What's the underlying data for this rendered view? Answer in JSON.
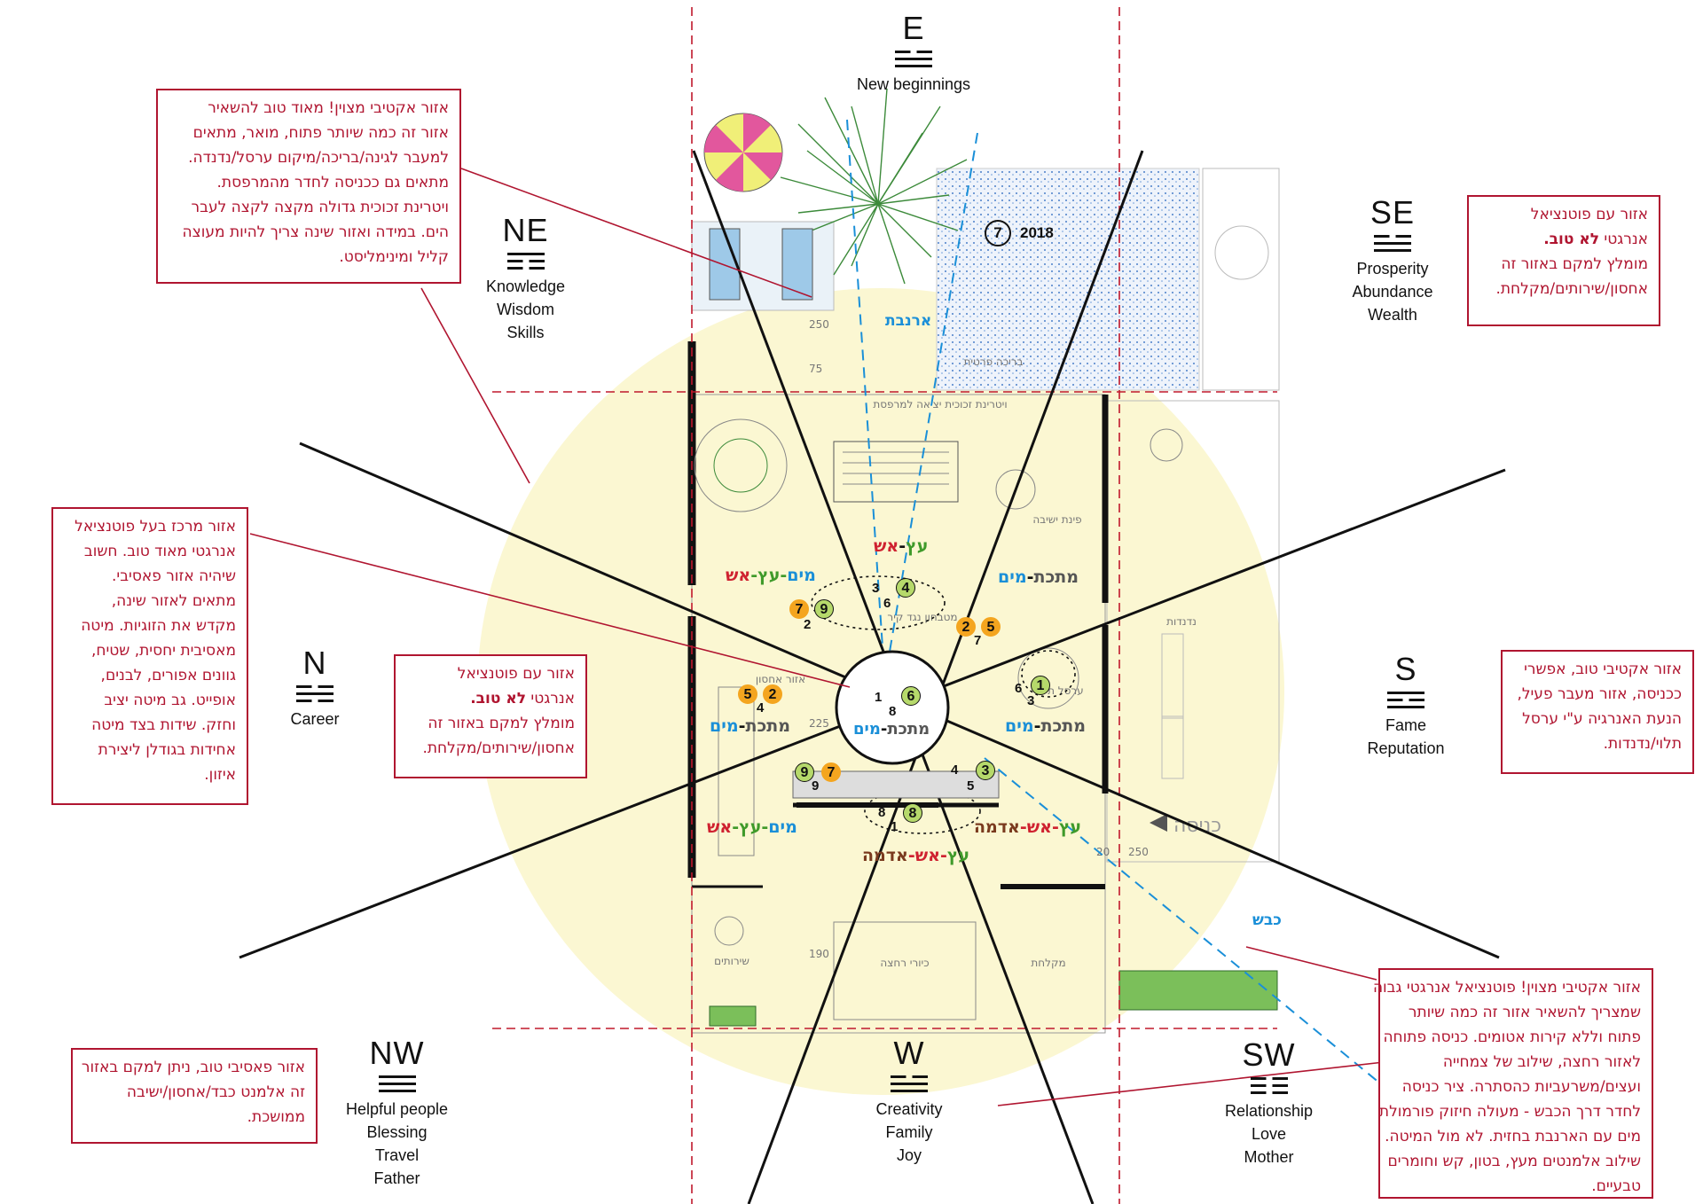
{
  "directions": [
    {
      "id": "E",
      "letter": "E",
      "trigram": [
        "broken",
        "solid",
        "solid"
      ],
      "aspects": [
        "New beginnings"
      ]
    },
    {
      "id": "SE",
      "letter": "SE",
      "trigram": [
        "broken",
        "solid",
        "solid"
      ],
      "aspects": [
        "Prosperity",
        "Abundance",
        "Wealth"
      ]
    },
    {
      "id": "NE",
      "letter": "NE",
      "trigram": [
        "solid",
        "broken",
        "broken"
      ],
      "aspects": [
        "Knowledge",
        "Wisdom",
        "Skills"
      ]
    },
    {
      "id": "N",
      "letter": "N",
      "trigram": [
        "broken",
        "solid",
        "broken"
      ],
      "aspects": [
        "Career"
      ]
    },
    {
      "id": "S",
      "letter": "S",
      "trigram": [
        "solid",
        "broken",
        "solid"
      ],
      "aspects": [
        "Fame",
        "Reputation"
      ]
    },
    {
      "id": "NW",
      "letter": "NW",
      "trigram": [
        "solid",
        "solid",
        "solid"
      ],
      "aspects": [
        "Helpful people",
        "Blessing",
        "Travel",
        "Father"
      ]
    },
    {
      "id": "W",
      "letter": "W",
      "trigram": [
        "broken",
        "solid",
        "solid"
      ],
      "aspects": [
        "Creativity",
        "Family",
        "Joy"
      ]
    },
    {
      "id": "SW",
      "letter": "SW",
      "trigram": [
        "broken",
        "broken",
        "broken"
      ],
      "aspects": [
        "Relationship",
        "Love",
        "Mother"
      ]
    }
  ],
  "notes": {
    "ne": [
      "אזור אקטיבי מצוין! מאוד טוב להשאיר",
      "אזור זה כמה שיותר פתוח, מואר, מתאים",
      "למעבר לגינה/בריכה/מיקום ערסל/נדנדה.",
      "מתאים גם ככניסה לחדר מהמרפסת.",
      "ויטרינת זכוכית גדולה מקצה לקצה לעבר",
      "הים. במידה ואזור שינה צריך להיות מעוצה",
      "קליל ומינימליסט."
    ],
    "se": [
      "אזור עם פוטנציאל",
      "אנרגטי ",
      "לא טוב.",
      "מומלץ למקם באזור זה",
      "אחסון/שירותים/מקלחת."
    ],
    "center": [
      "אזור מרכז בעל פוטנציאל",
      "אנרגטי מאוד טוב. חשוב",
      "שיהיה אזור פאסיבי.",
      "מתאים לאזור שינה,",
      "מקדש את הזוגיות. מיטה",
      "מאסיבית יחסית, שטיח,",
      "גוונים אפורים, לבנים,",
      "אופייט. גב מיטה יציב",
      "וחזק. שידות בצד מיטה",
      "אחידות בגודלן ליצירת",
      "איזון."
    ],
    "mid": [
      "אזור עם פוטנציאל",
      "אנרגטי ",
      "לא טוב.",
      "מומלץ למקם באזור זה",
      "אחסון/שירותים/מקלחת."
    ],
    "s": [
      "אזור אקטיבי טוב, אפשרי",
      "ככניסה, אזור מעבר פעיל,",
      "הנעת האנרגיה ע\"י ערסל",
      "תלוי/נדנדות."
    ],
    "nw": [
      "אזור פאסיבי טוב, ניתן למקם באזור",
      "זה אלמנט כבד/אחסון/ישיבה",
      "ממושכת."
    ],
    "sw": [
      "אזור אקטיבי מצוין! פוטנציאל אנרגטי גבוה",
      "שמצריך להשאיר אזור זה כמה שיותר",
      "פתוח וללא קירות אטומים. כניסה פתוחה",
      "לאזור רחצה, שילוב של צמחייה",
      "ועצים/משרעביות כהסתרה. ציר כניסה",
      "לחדר דרך הכבש - מעולה חיזוק פורמולת",
      "מים עם הארנבת בחזית. לא מול המיטה.",
      "שילוב אלמנטים מעץ, בטון, קש וחומרים",
      "טבעיים."
    ]
  },
  "plan": {
    "year_label": "2018",
    "year_number": "7",
    "arnevet": "ארנבת",
    "keves": "כבש",
    "entrance": "כניסה",
    "labels": {
      "pool": "בריכה פרטית",
      "vitrine": "ויטרינת זכוכית יציאה למרפסת",
      "seating": "פינת ישיבה",
      "swings": "נדנדות",
      "toilets": "שירותים",
      "wash": "כיורי רחצה",
      "shower": "מקלחת",
      "storage": "אזור אחסון",
      "hanging": "ערסל תלוי",
      "kitchen": "מטבחון נגד קיר"
    },
    "dims": {
      "d250a": "250",
      "d75": "75",
      "d225": "225",
      "d250b": "250",
      "d20": "20",
      "d190": "190"
    },
    "elements": {
      "n_top": [
        "מים",
        "-עץ-",
        "אש"
      ],
      "e_top": [
        "עץ",
        "-",
        "אש"
      ],
      "s_top": [
        "מתכת",
        "-",
        "מים"
      ],
      "n_mid": [
        "מתכת",
        "-",
        "מים"
      ],
      "center": [
        "מתכת",
        "-",
        "מים"
      ],
      "s_mid": [
        "מתכת",
        "-",
        "מים"
      ],
      "n_low": [
        "מים",
        "-עץ-",
        "אש"
      ],
      "w_low": [
        "עץ",
        "-אש-",
        "אדמה"
      ],
      "sw_low": [
        "עץ",
        "-אש-",
        "אדמה"
      ]
    },
    "stars": {
      "e_green": "4",
      "e_a": "3",
      "e_b": "6",
      "ne_orange": "7",
      "ne_green": "9",
      "ne_b": "2",
      "se_o1": "2",
      "se_o2": "5",
      "se_b": "7",
      "n_o1": "5",
      "n_o2": "2",
      "n_b": "4",
      "c_green": "6",
      "c_a": "1",
      "c_b": "8",
      "s_green": "1",
      "s_a": "6",
      "s_b": "3",
      "nw_green": "9",
      "nw_orange": "7",
      "nw_b": "9",
      "w_green": "8",
      "w_a": "8",
      "w_b": "1",
      "sw_green": "3",
      "sw_a": "4",
      "sw_b": "5"
    }
  },
  "colors": {
    "note_red": "#b01530",
    "dashed_red": "#c0182c",
    "water_blue": "#1a8fd8",
    "wood_green": "#3f9a2a",
    "fire_red": "#cf2230",
    "earth_brown": "#7a3a1e",
    "metal_gray": "#555555",
    "glow_yellow": "#fbf7d2",
    "star_green": "#b6d96b",
    "star_orange": "#f4a51f"
  }
}
